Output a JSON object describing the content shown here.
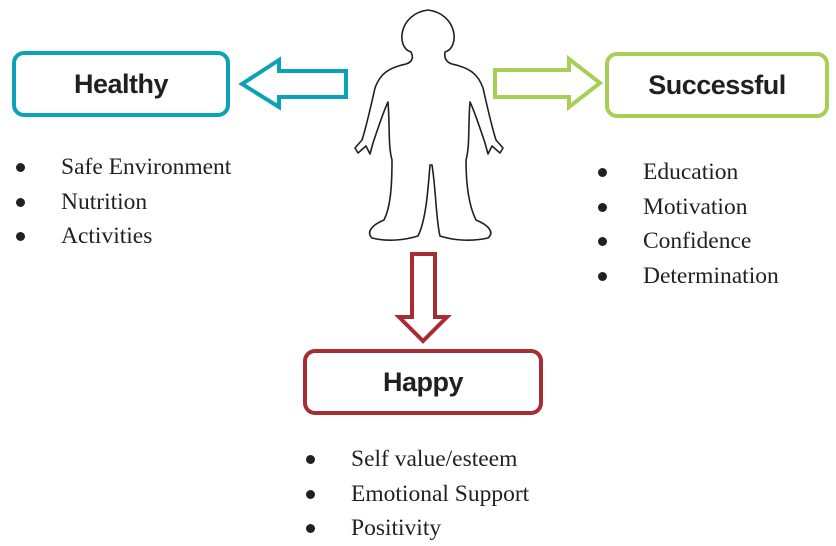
{
  "colors": {
    "healthy": "#0aa2b4",
    "successful": "#a7cf55",
    "happy": "#a82c33",
    "outline": "#231f20"
  },
  "icons": {
    "figure": "person-outline-icon",
    "left_arrow": "arrow-left-icon",
    "right_arrow": "arrow-right-icon",
    "down_arrow": "arrow-down-icon"
  },
  "healthy": {
    "label": "Healthy",
    "items": [
      "Safe Environment",
      "Nutrition",
      "Activities"
    ]
  },
  "successful": {
    "label": "Successful",
    "items": [
      "Education",
      "Motivation",
      "Confidence",
      "Determination"
    ]
  },
  "happy": {
    "label": "Happy",
    "items": [
      "Self value/esteem",
      "Emotional Support",
      "Positivity"
    ]
  }
}
